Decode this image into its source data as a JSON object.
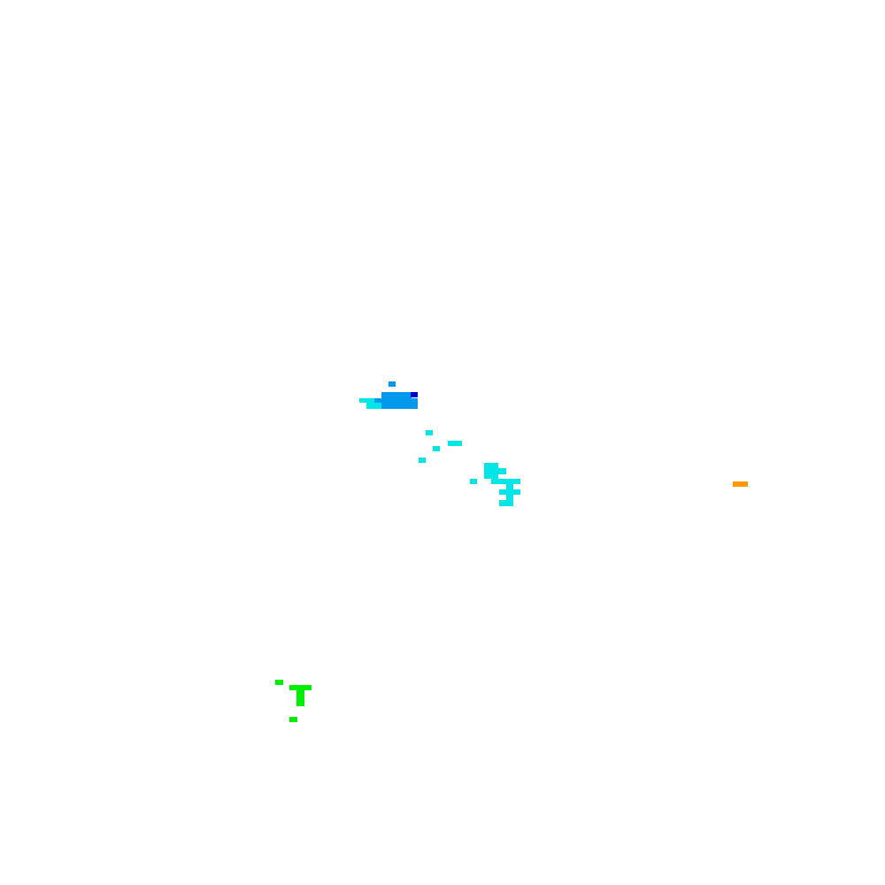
{
  "canvas": {
    "background": "#ffffff"
  },
  "palette": {
    "blue": "#0099ee",
    "dark_blue": "#0000cc",
    "cyan": "#00e5e5",
    "green": "#00ee00",
    "orange": "#ff9900"
  },
  "clusters": [
    {
      "name": "blue-cluster",
      "colors": [
        "blue",
        "dark_blue",
        "cyan"
      ]
    },
    {
      "name": "cyan-scatter",
      "colors": [
        "cyan"
      ]
    },
    {
      "name": "green-cluster",
      "colors": [
        "green"
      ]
    },
    {
      "name": "orange-mark",
      "colors": [
        "orange"
      ]
    }
  ]
}
